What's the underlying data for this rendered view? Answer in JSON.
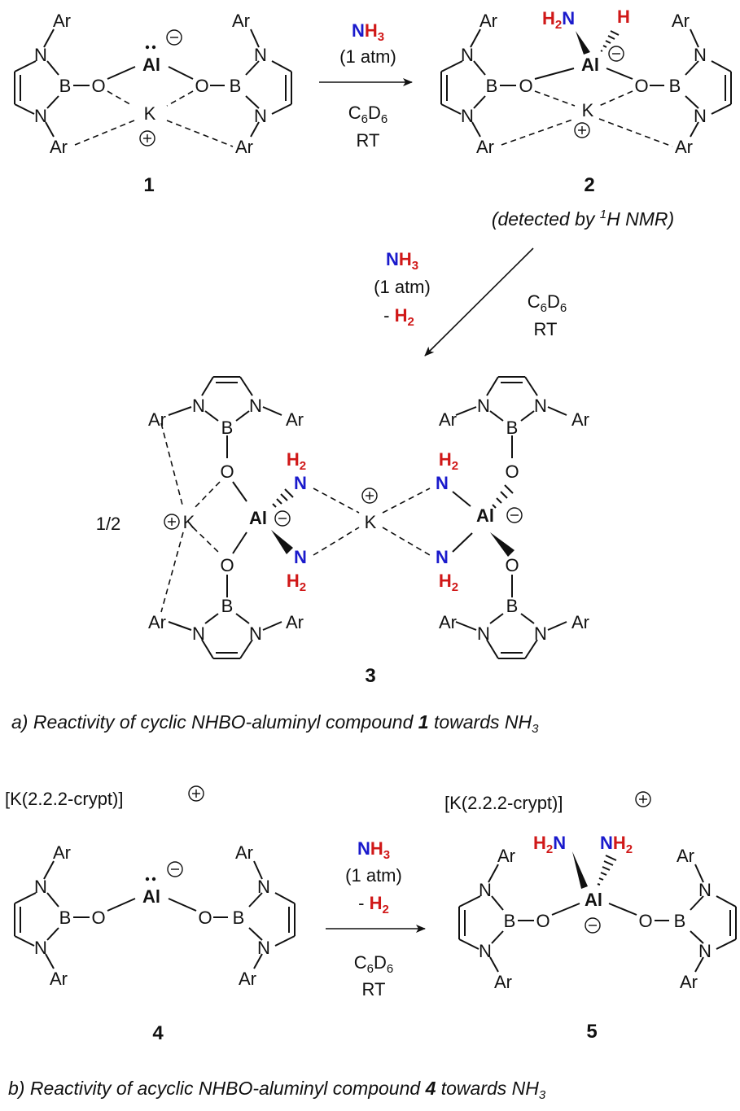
{
  "atoms": {
    "ar": "Ar",
    "n": "N",
    "b": "B",
    "o": "O",
    "al": "Al",
    "k": "K"
  },
  "reagents": {
    "nh3_n": "N",
    "nh3_h": "H",
    "nh3_sub": "3",
    "pressure": "(1 atm)",
    "h2_loss_prefix": "- ",
    "h2_h": "H",
    "h2_sub": "2",
    "solvent_c": "C",
    "solvent_c_sub": "6",
    "solvent_d": "D",
    "solvent_d_sub": "6",
    "temperature": "RT"
  },
  "groups": {
    "h2n": "H",
    "h2n_sub": "2",
    "h2n_n": "N",
    "nh2_n": "N",
    "nh2_h": "H",
    "nh2_sub": "2",
    "hydride": "H",
    "amide_h2": "H",
    "amide_h2_sub": "2",
    "amide_n": "N"
  },
  "compounds": {
    "c1": "1",
    "c2": "2",
    "c3": "3",
    "c4": "4",
    "c5": "5",
    "half": "1/2",
    "cation": "[K(2.2.2-crypt)]"
  },
  "notes": {
    "detected_pre": "(detected by ",
    "detected_sup": "1",
    "detected_post": "H NMR)"
  },
  "captions": {
    "a_pre": "a) Reactivity of cyclic NHBO-aluminyl compound ",
    "a_num": "1",
    "a_post": " towards NH",
    "a_sub": "3",
    "b_pre": "b) Reactivity of acyclic NHBO-aluminyl compound ",
    "b_num": "4",
    "b_post": " towards NH",
    "b_sub": "3"
  }
}
